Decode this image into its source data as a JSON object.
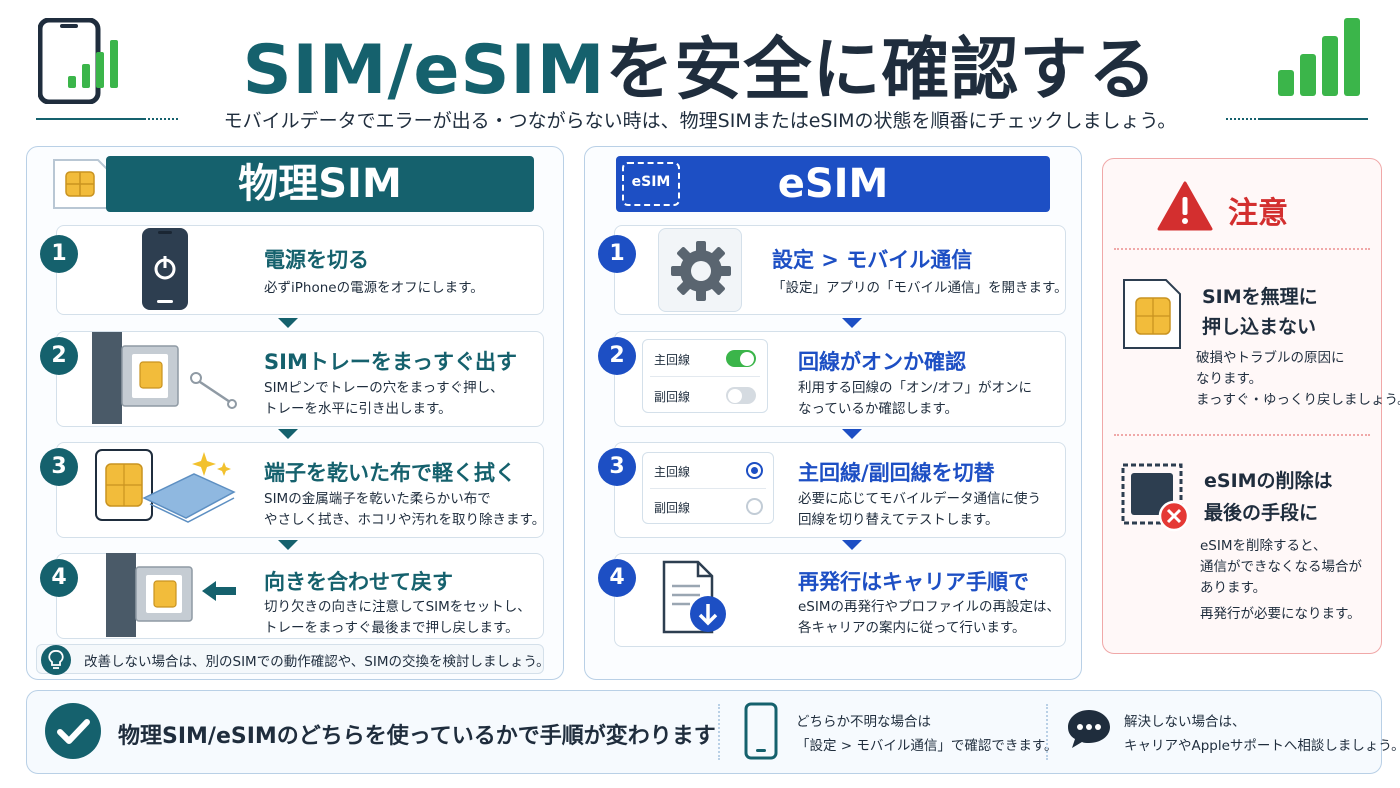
{
  "header": {
    "title_part1": "SIM/eSIM",
    "title_part2": "を安全に確認する",
    "subtitle": "モバイルデータでエラーが出る・つながらない時は、物理SIMまたはeSIMの状態を順番にチェックしましょう。"
  },
  "physical": {
    "heading": "物理SIM",
    "steps": [
      {
        "num": "1",
        "title": "電源を切る",
        "desc1": "必ずiPhoneの電源をオフにします。",
        "desc2": ""
      },
      {
        "num": "2",
        "title": "SIMトレーをまっすぐ出す",
        "desc1": "SIMピンでトレーの穴をまっすぐ押し、",
        "desc2": "トレーを水平に引き出します。"
      },
      {
        "num": "3",
        "title": "端子を乾いた布で軽く拭く",
        "desc1": "SIMの金属端子を乾いた柔らかい布で",
        "desc2": "やさしく拭き、ホコリや汚れを取り除きます。"
      },
      {
        "num": "4",
        "title": "向きを合わせて戻す",
        "desc1": "切り欠きの向きに注意してSIMをセットし、",
        "desc2": "トレーをまっすぐ最後まで押し戻します。"
      }
    ],
    "tip": "改善しない場合は、別のSIMでの動作確認や、SIMの交換を検討しましょう。"
  },
  "esim": {
    "heading": "eSIM",
    "badge": "eSIM",
    "steps": [
      {
        "num": "1",
        "title": "設定 > モバイル通信",
        "desc1": "「設定」アプリの「モバイル通信」を開きます。",
        "desc2": ""
      },
      {
        "num": "2",
        "title": "回線がオンか確認",
        "desc1": "利用する回線の「オン/オフ」がオンに",
        "desc2": "なっているか確認します。"
      },
      {
        "num": "3",
        "title": "主回線/副回線を切替",
        "desc1": "必要に応じてモバイルデータ通信に使う",
        "desc2": "回線を切り替えてテストします。"
      },
      {
        "num": "4",
        "title": "再発行はキャリア手順で",
        "desc1": "eSIMの再発行やプロファイルの再設定は、",
        "desc2": "各キャリアの案内に従って行います。"
      }
    ],
    "line_primary": "主回線",
    "line_secondary": "副回線",
    "colors": {
      "toggle_on": "#3bb54a",
      "toggle_off": "#d5dbe1",
      "accent": "#1d4fc4"
    }
  },
  "caution": {
    "title": "注意",
    "items": [
      {
        "head1": "SIMを無理に",
        "head2": "押し込まない",
        "desc1": "破損やトラブルの原因に",
        "desc2": "なります。",
        "desc3": "まっすぐ・ゆっくり戻しましょう。",
        "desc4": ""
      },
      {
        "head1": "eSIMの削除は",
        "head2": "最後の手段に",
        "desc1": "eSIMを削除すると、",
        "desc2": "通信ができなくなる場合が",
        "desc3": "あります。",
        "desc4": "再発行が必要になります。"
      }
    ]
  },
  "bottom": {
    "main": "物理SIM/eSIMのどちらを使っているかで手順が変わります",
    "mid1": "どちらか不明な場合は",
    "mid2": "「設定 > モバイル通信」で確認できます。",
    "right1": "解決しない場合は、",
    "right2": "キャリアやAppleサポートへ相談しましょう。"
  },
  "icons": [
    "phone-icon",
    "signal-bars-icon",
    "sim-card-icon",
    "power-icon",
    "sim-pin-icon",
    "sparkle-icon",
    "cloth-icon",
    "arrow-left-icon",
    "gear-icon",
    "document-download-icon",
    "warning-icon",
    "esim-delete-icon",
    "check-circle-icon",
    "chat-bubble-icon",
    "lightbulb-icon"
  ]
}
